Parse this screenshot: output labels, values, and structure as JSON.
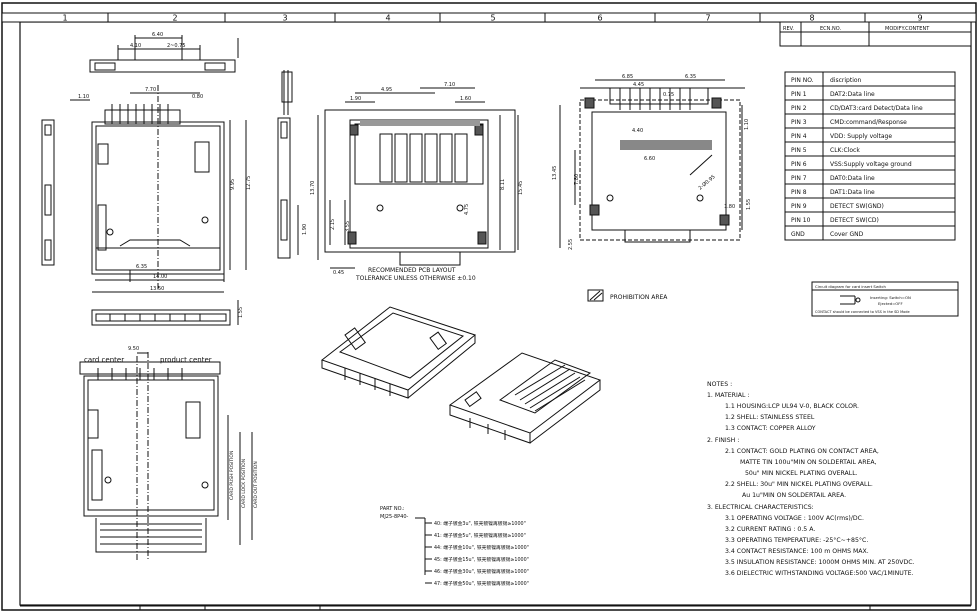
{
  "zones": [
    "1",
    "2",
    "3",
    "4",
    "5",
    "6",
    "7",
    "8",
    "9"
  ],
  "rev_table": {
    "headers": [
      "REV.",
      "ECN.NO.",
      "MODIFY.CONTENT"
    ]
  },
  "pin_table": {
    "headers": [
      "PIN NO.",
      "discription"
    ],
    "rows": [
      [
        "PIN 1",
        "DAT2:Data line"
      ],
      [
        "PIN 2",
        "CD/DAT3:card Detect/Data line"
      ],
      [
        "PIN 3",
        "CMD:command/Response"
      ],
      [
        "PIN 4",
        "VDD: Supply voltage"
      ],
      [
        "PIN 5",
        "CLK:Clock"
      ],
      [
        "PIN 6",
        "VSS:Supply voltage ground"
      ],
      [
        "PIN 7",
        "DAT0:Data line"
      ],
      [
        "PIN 8",
        "DAT1:Data line"
      ],
      [
        "PIN 9",
        "DETECT SW(GND)"
      ],
      [
        "PIN 10",
        "DETECT SW(CD)"
      ],
      [
        "GND",
        "Cover GND"
      ]
    ]
  },
  "labels": {
    "card_center": "card center",
    "product_center": "product center",
    "recommended": "RECOMMENDED PCB LAYOUT",
    "tolerance": "TOLERANCE UNLESS OTHERWISE ±0.10",
    "prohibition": "PROHIBITION AREA",
    "part_no": "PART NO.:",
    "part_code": "MJ25-8P40-",
    "push_out": "CARD OUT POSITION",
    "push_lock": "CARD LOCK POSITION",
    "push_push": "CARD PUSH POSITION"
  },
  "dimensions": {
    "top_a": "6.40",
    "top_b": "4.10",
    "top_c": "2~0.75",
    "left_a": "1.10",
    "left_b": "7.70",
    "left_c": "0.80",
    "left_d": "9.95",
    "left_e": "12.75",
    "left_f": "6.35",
    "left_g": "14.00",
    "left_h": "13.50",
    "mid_a": "4.95",
    "mid_b": "7.10",
    "mid_c": "1.90",
    "mid_d": "1.60",
    "mid_e": "13.70",
    "mid_f": "2.15",
    "mid_g": "0.45",
    "mid_h": "15.45",
    "mid_i": "8.11",
    "mid_j": "3.55",
    "mid_k": "4.75",
    "pcb_a": "6.85",
    "pcb_b": "6.35",
    "pcb_c": "4.40",
    "pcb_d": "0.75",
    "pcb_e": "4.45",
    "pcb_f": "6.60",
    "pcb_g": "13.45",
    "pcb_h": "2.55",
    "pcb_i": "1.10",
    "pcb_j": "1.55",
    "pcb_k": "2-Ø0.95",
    "pcb_l": "7.80",
    "pcb_m": "1.80",
    "bot_a": "9.50",
    "side_a": "1.90",
    "side_b": "1.55"
  },
  "detect_box": {
    "title": "Circuit diagram for card insert Switch",
    "line1": "Inserting: Switch=ON",
    "line2": "Ejected=OFF",
    "note": "CONTACT should be connected to VSS in the SD Mode"
  },
  "notes": {
    "title": "NOTES :",
    "lines": [
      "1. MATERIAL :",
      "1.1 HOUSING:LCP UL94 V-0, BLACK COLOR.",
      "1.2 SHELL: STAINLESS STEEL",
      "1.3 CONTACT: COPPER ALLOY",
      "2. FINISH :",
      "2.1 CONTACT: GOLD PLATING ON CONTACT AREA,",
      "MATTE TIN 100u\"MIN ON SOLDERTAIL AREA,",
      "50u\" MIN NICKEL PLATING OVERALL.",
      "2.2 SHELL: 30u\" MIN NICKEL PLATING OVERALL.",
      "Au 1u\"MIN ON SOLDERTAIL AREA.",
      "3. ELECTRICAL CHARACTERISTICS:",
      "3.1 OPERATING VOLTAGE : 100V AC(rms)/DC.",
      "3.2 CURRENT RATING : 0.5 A.",
      "3.3 OPERATING TEMPERATURE: -25°C~+85°C.",
      "3.4 CONTACT RESISTANCE: 100 m OHMS MAX.",
      "3.5 INSULATION RESISTANCE: 1000M OHMS MIN. AT 250VDC.",
      "3.6 DIELECTRIC WITHSTANDING VOLTAGE:500 VAC/1MINUTE."
    ]
  },
  "part_options": [
    "40: 端子镀金3u\", 铁壳镀镍再镀锡≥1000\"",
    "41: 端子镀金5u\", 铁壳镀镍再镀锡≥1000\"",
    "44: 端子镀金10u\", 铁壳镀镍再镀锡≥1000\"",
    "45: 端子镀金15u\", 铁壳镀镍再镀锡≥1000\"",
    "46: 端子镀金30u\", 铁壳镀镍再镀锡≥1000\"",
    "47: 端子镀金50u\", 铁壳镀镍再镀锡≥1000\""
  ]
}
